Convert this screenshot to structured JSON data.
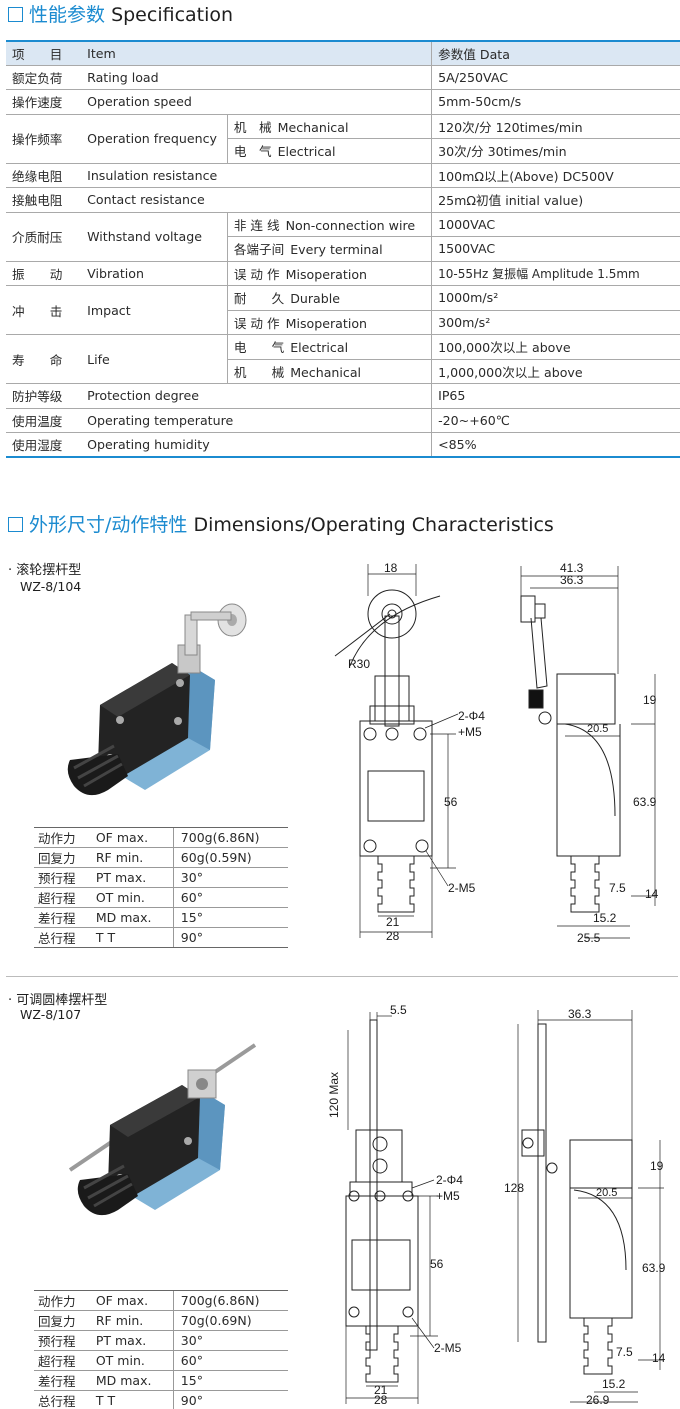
{
  "spec": {
    "title_cn": "性能参数",
    "title_en": "Specification",
    "header": {
      "item_cn": "项　　目",
      "item_en": "Item",
      "data": "参数值  Data"
    },
    "rows": [
      {
        "cn": "额定负荷",
        "en": "Rating load",
        "value": "5A/250VAC"
      },
      {
        "cn": "操作速度",
        "en": "Operation speed",
        "value": "5mm-50cm/s"
      },
      {
        "cn": "操作频率",
        "en": "Operation frequency",
        "subs": [
          {
            "cn": "机　械",
            "en": "Mechanical",
            "value": "120次/分 120times/min"
          },
          {
            "cn": "电　气",
            "en": "Electrical",
            "value": "30次/分 30times/min"
          }
        ]
      },
      {
        "cn": "绝缘电阻",
        "en": "Insulation resistance",
        "value": "100mΩ以上(Above) DC500V"
      },
      {
        "cn": "接触电阻",
        "en": "Contact resistance",
        "value": "25mΩ初值 initial value)"
      },
      {
        "cn": "介质耐压",
        "en": "Withstand voltage",
        "subs": [
          {
            "cn": "非 连 线",
            "en": "Non-connection wire",
            "value": "1000VAC"
          },
          {
            "cn": "各端子间",
            "en": "Every terminal",
            "value": "1500VAC"
          }
        ]
      },
      {
        "cn": "振　　动",
        "en": "Vibration",
        "subs": [
          {
            "cn": "误 动 作",
            "en": "Misoperation",
            "value": "10-55Hz  复振幅  Amplitude 1.5mm"
          }
        ]
      },
      {
        "cn": "冲　　击",
        "en": "Impact",
        "subs": [
          {
            "cn": "耐　　久",
            "en": "Durable",
            "value": "1000m/s²"
          },
          {
            "cn": "误 动 作",
            "en": "Misoperation",
            "value": "300m/s²"
          }
        ]
      },
      {
        "cn": "寿　　命",
        "en": "Life",
        "subs": [
          {
            "cn": "电　　气",
            "en": "Electrical",
            "value": "100,000次以上 above"
          },
          {
            "cn": "机　　械",
            "en": "Mechanical",
            "value": "1,000,000次以上 above"
          }
        ]
      },
      {
        "cn": "防护等级",
        "en": "Protection degree",
        "value": "IP65"
      },
      {
        "cn": "使用温度",
        "en": "Operating temperature",
        "value": "-20~+60℃"
      },
      {
        "cn": "使用湿度",
        "en": "Operating humidity",
        "value": "<85%"
      }
    ]
  },
  "dims": {
    "title_cn": "外形尺寸/动作特性",
    "title_en": "Dimensions/Operating Characteristics"
  },
  "types": [
    {
      "name": "· 滚轮摆杆型",
      "model": "WZ-8/104",
      "chars": [
        {
          "cn": "动作力",
          "abbr": "OF  max.",
          "value": "700g(6.86N)"
        },
        {
          "cn": "回复力",
          "abbr": "RF  min.",
          "value": "60g(0.59N)"
        },
        {
          "cn": "预行程",
          "abbr": "PT  max.",
          "value": "30°"
        },
        {
          "cn": "超行程",
          "abbr": "OT  min.",
          "value": "60°"
        },
        {
          "cn": "差行程",
          "abbr": "MD  max.",
          "value": "15°"
        },
        {
          "cn": "总行程",
          "abbr": "T T",
          "value": "90°"
        }
      ],
      "front": {
        "d18": "18",
        "r30": "R30",
        "hole": "2-Φ4",
        "m5a": "+M5",
        "d56": "56",
        "m5b": "2-M5",
        "d21": "21",
        "d28": "28"
      },
      "side": {
        "d413": "41.3",
        "d363": "36.3",
        "d19": "19",
        "d205": "20.5",
        "d639": "63.9",
        "d75": "7.5",
        "d14": "14",
        "d152": "15.2",
        "d255": "25.5"
      }
    },
    {
      "name": "· 可调圆棒摆杆型",
      "model": "WZ-8/107",
      "chars": [
        {
          "cn": "动作力",
          "abbr": "OF  max.",
          "value": "700g(6.86N)"
        },
        {
          "cn": "回复力",
          "abbr": "RF  min.",
          "value": "70g(0.69N)"
        },
        {
          "cn": "预行程",
          "abbr": "PT  max.",
          "value": "30°"
        },
        {
          "cn": "超行程",
          "abbr": "OT  min.",
          "value": "60°"
        },
        {
          "cn": "差行程",
          "abbr": "MD  max.",
          "value": "15°"
        },
        {
          "cn": "总行程",
          "abbr": "T T",
          "value": "90°"
        }
      ],
      "front": {
        "d55": "5.5",
        "d120": "120 Max",
        "hole": "2-Φ4",
        "m5a": "+M5",
        "d56": "56",
        "m5b": "2-M5",
        "d21": "21",
        "d28": "28"
      },
      "side": {
        "d363": "36.3",
        "d128": "128",
        "d19": "19",
        "d205": "20.5",
        "d639": "63.9",
        "d75": "7.5",
        "d14": "14",
        "d152": "15.2",
        "d269": "26.9"
      }
    }
  ]
}
